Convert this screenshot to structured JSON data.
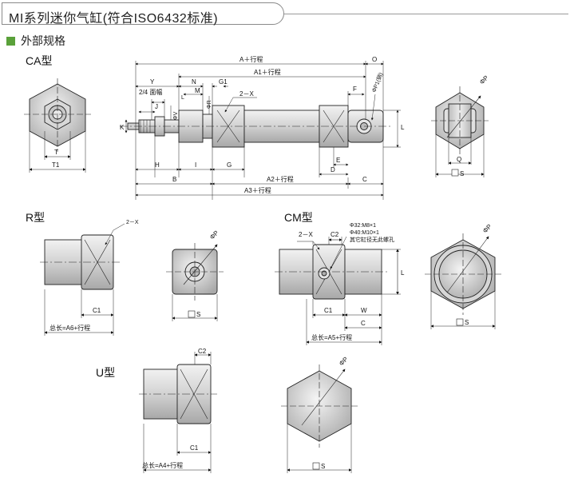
{
  "header": {
    "title": "MI系列迷你气缸(符合ISO6432标准)"
  },
  "section": {
    "title": "外部规格"
  },
  "views": {
    "ca": "CA型",
    "r": "R型",
    "cm": "CM型",
    "u": "U型"
  },
  "dims": {
    "a_stroke": "A＋行程",
    "o": "O",
    "a1_stroke": "A1＋行程",
    "y": "Y",
    "n": "N",
    "g1": "G1",
    "width_2_4": "2/4 面幅",
    "m": "M",
    "l_small": "L",
    "two_x": "2－X",
    "f": "F",
    "phi_p1": "ΦP1(销)",
    "j": "J",
    "phi_v": "ΦV",
    "phi_r": "ΦR",
    "k": "K",
    "l": "L",
    "e": "E",
    "h": "H",
    "i": "I",
    "g": "G",
    "d": "D",
    "b": "B",
    "a2_stroke": "A2＋行程",
    "c": "C",
    "a3_stroke": "A3＋行程",
    "t": "T",
    "t1": "T1",
    "phi_p": "ΦP",
    "q": "Q",
    "s": "S",
    "c1": "C1",
    "c2": "C2",
    "w": "W",
    "total_a6": "总长=A6+行程",
    "total_a5": "总长=A5+行程",
    "total_a4": "总长=A4+行程",
    "cm_note_1": "Φ32:M8×1",
    "cm_note_2": "Φ40:M10×1",
    "cm_note_3": "其它缸径无此螺孔"
  }
}
